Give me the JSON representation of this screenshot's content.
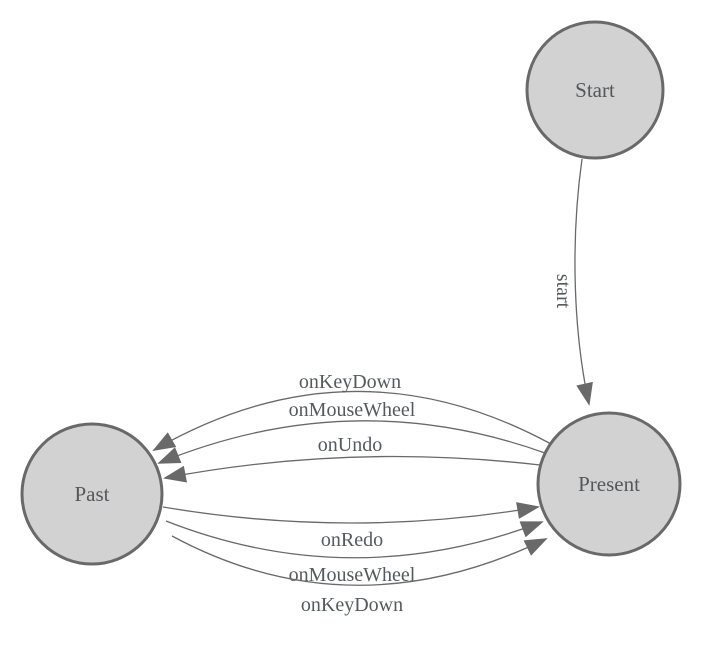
{
  "diagram": {
    "type": "state-machine",
    "background_color": "#ffffff",
    "node_fill_color": "#d2d2d2",
    "node_border_color": "#696969",
    "edge_color": "#696969",
    "label_color": "#555a5d",
    "nodes": [
      {
        "id": "start",
        "label": "Start"
      },
      {
        "id": "present",
        "label": "Present"
      },
      {
        "id": "past",
        "label": "Past"
      }
    ],
    "edges": [
      {
        "from": "Start",
        "to": "Present",
        "label": "start"
      },
      {
        "from": "Present",
        "to": "Past",
        "label": "onKeyDown"
      },
      {
        "from": "Present",
        "to": "Past",
        "label": "onMouseWheel"
      },
      {
        "from": "Present",
        "to": "Past",
        "label": "onUndo"
      },
      {
        "from": "Past",
        "to": "Present",
        "label": "onRedo"
      },
      {
        "from": "Past",
        "to": "Present",
        "label": "onMouseWheel"
      },
      {
        "from": "Past",
        "to": "Present",
        "label": "onKeyDown"
      }
    ]
  }
}
